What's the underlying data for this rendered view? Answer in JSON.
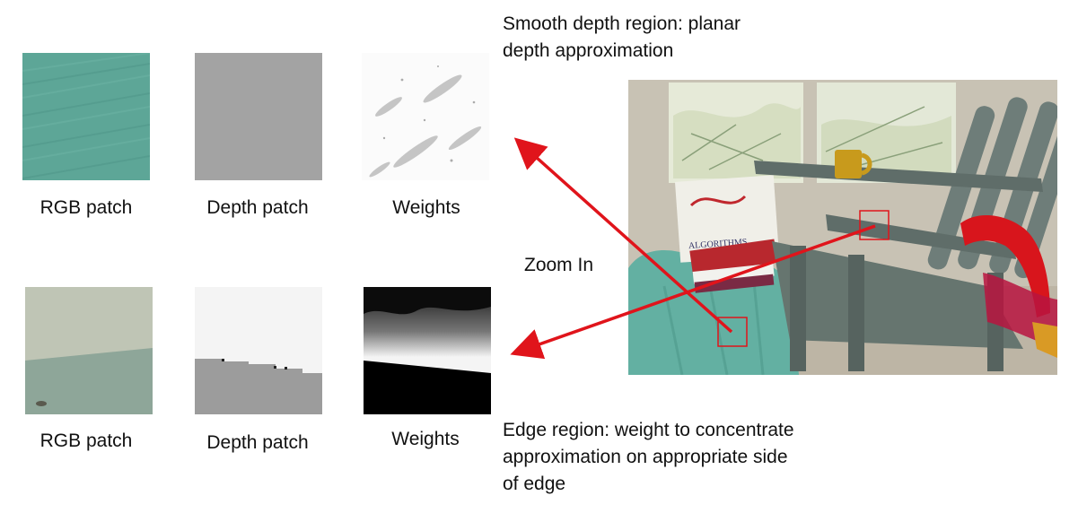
{
  "top_row": {
    "rgb_label": "RGB patch",
    "depth_label": "Depth patch",
    "weights_label": "Weights"
  },
  "bottom_row": {
    "rgb_label": "RGB patch",
    "depth_label": "Depth patch",
    "weights_label": "Weights"
  },
  "smooth_note": {
    "line1": "Smooth depth region: planar",
    "line2": "depth approximation"
  },
  "edge_note": {
    "line1": "Edge region: weight to concentrate",
    "line2": "approximation on  appropriate side",
    "line3": "of edge"
  },
  "zoom_label": "Zoom In",
  "photo_book_text": "ALGORITHMS",
  "colors": {
    "arrow": "#e0141b",
    "box": "#e0141b",
    "teal": "#5fa89a"
  }
}
